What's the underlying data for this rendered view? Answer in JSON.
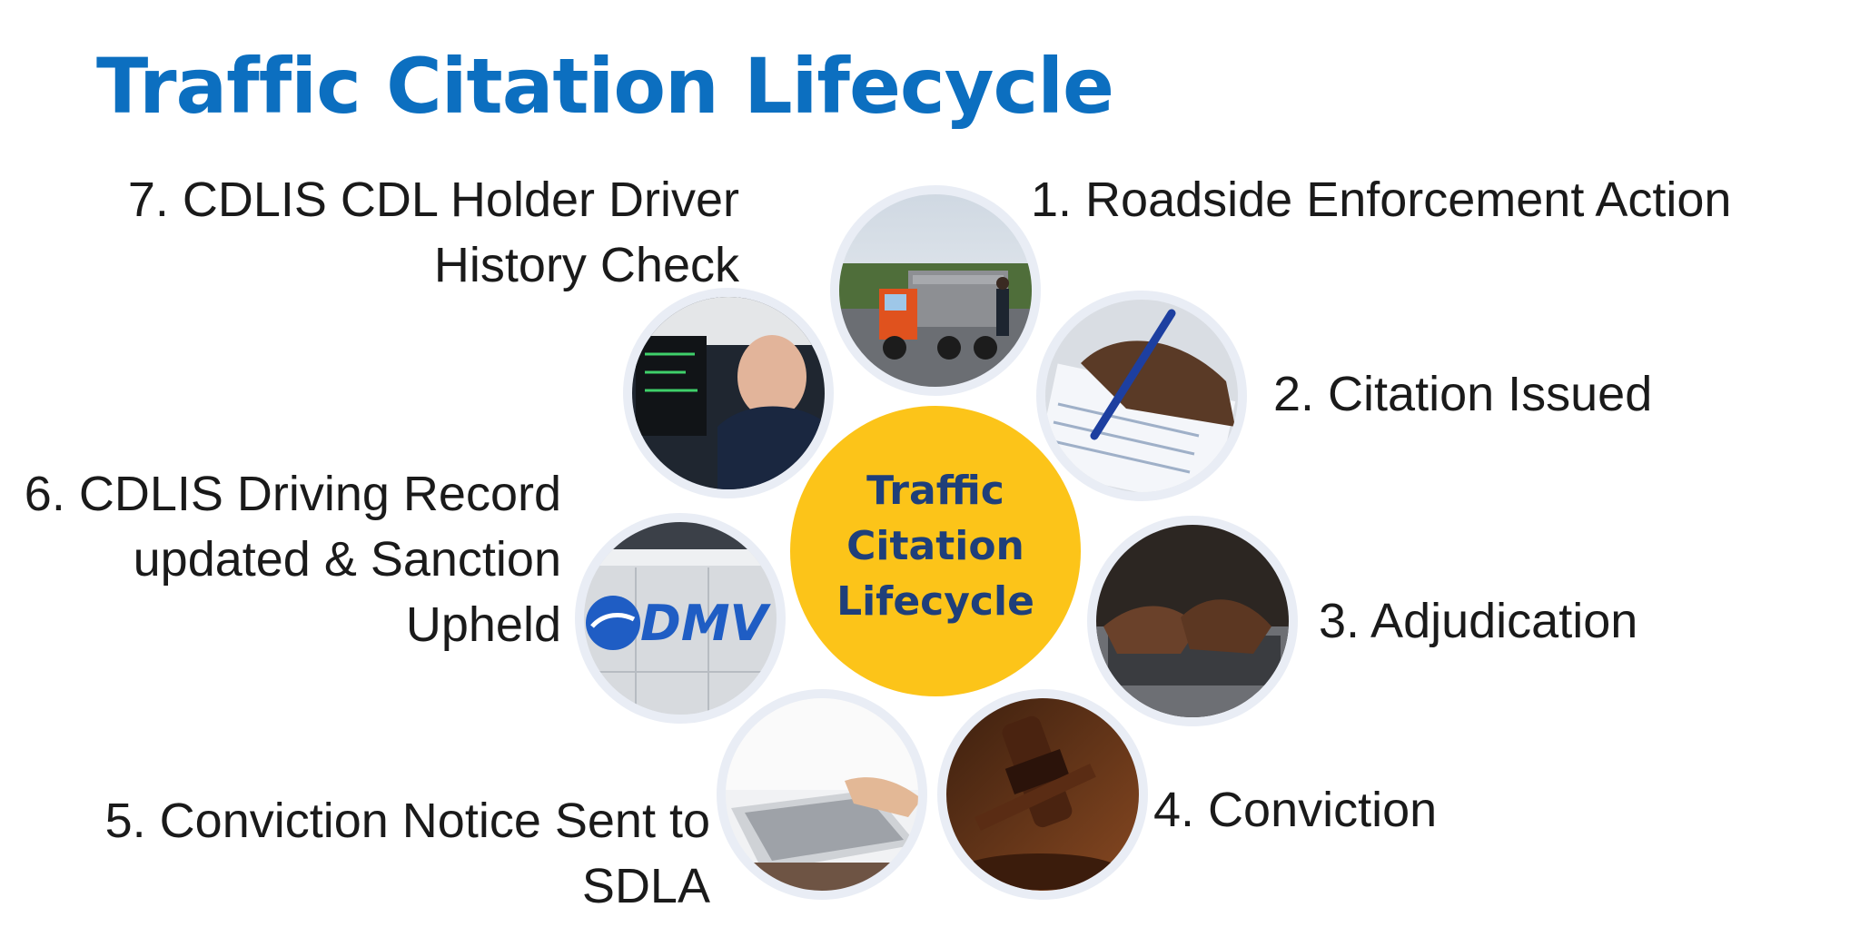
{
  "title": "Traffic Citation Lifecycle",
  "center": {
    "label": "Traffic\nCitation\nLifecycle",
    "color": "#fcc419"
  },
  "steps": [
    {
      "label": "1. Roadside Enforcement Action",
      "icon": "truck-inspection-photo"
    },
    {
      "label": "2. Citation Issued",
      "icon": "signing-form-photo"
    },
    {
      "label": "3. Adjudication",
      "icon": "typing-laptop-photo"
    },
    {
      "label": "4. Conviction",
      "icon": "gavel-photo"
    },
    {
      "label": "5. Conviction Notice Sent to\nSDLA",
      "icon": "laptop-notice-photo"
    },
    {
      "label": "6. CDLIS Driving Record\nupdated & Sanction\nUpheld",
      "icon": "dmv-sign-photo"
    },
    {
      "label": "7. CDLIS CDL Holder Driver\nHistory Check",
      "icon": "officer-laptop-photo"
    }
  ],
  "dmv_logo_text": "DMV"
}
